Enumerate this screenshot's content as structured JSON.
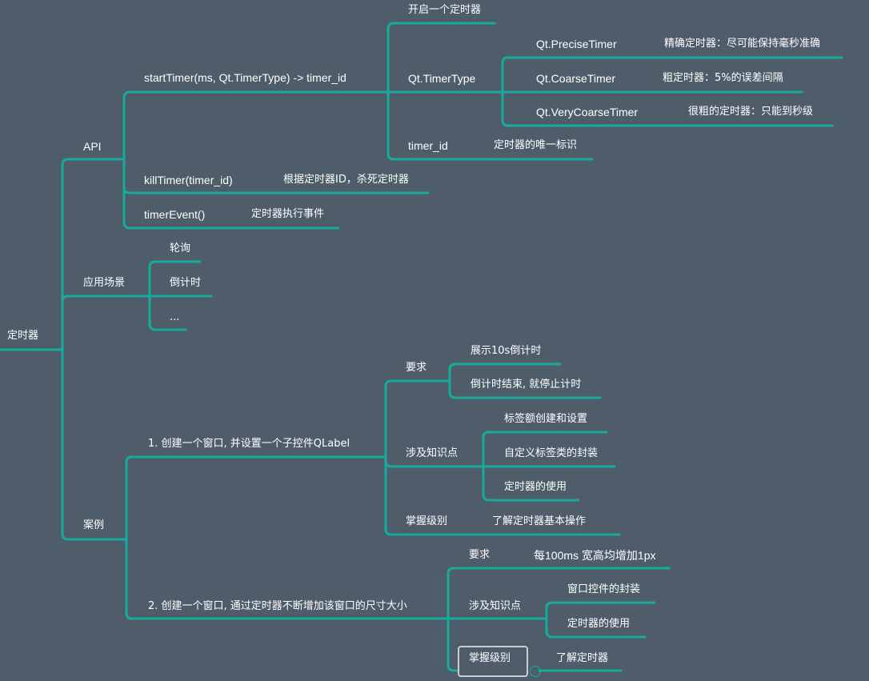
{
  "mindmap": {
    "root": "定时器",
    "api": {
      "label": "API",
      "start_timer": "startTimer(ms, Qt.TimerType) -> timer_id",
      "start_children": {
        "open": "开启一个定时器",
        "timer_type": "Qt.TimerType",
        "precise": "Qt.PreciseTimer",
        "precise_desc": "精确定时器：尽可能保持毫秒准确",
        "coarse": "Qt.CoarseTimer",
        "coarse_desc": "粗定时器：5%的误差间隔",
        "very_coarse": "Qt.VeryCoarseTimer",
        "very_coarse_desc": "很粗的定时器：只能到秒级",
        "timer_id": "timer_id",
        "timer_id_desc": "定时器的唯一标识"
      },
      "kill_timer": "killTimer(timer_id)",
      "kill_desc": "根据定时器ID，杀死定时器",
      "timer_event": "timerEvent()",
      "timer_event_desc": "定时器执行事件"
    },
    "scenes": {
      "label": "应用场景",
      "poll": "轮询",
      "countdown": "倒计时",
      "more": "..."
    },
    "cases": {
      "label": "案例",
      "case1": {
        "title": "1. 创建一个窗口, 并设置一个子控件QLabel",
        "req": "要求",
        "req_1": "展示10s倒计时",
        "req_2": "倒计时结束, 就停止计时",
        "know": "涉及知识点",
        "know_1": "标签额创建和设置",
        "know_2": "自定义标签类的封装",
        "know_3": "定时器的使用",
        "level": "掌握级别",
        "level_desc": "了解定时器基本操作"
      },
      "case2": {
        "title": "2. 创建一个窗口, 通过定时器不断增加该窗口的尺寸大小",
        "req": "要求",
        "req_desc": "每100ms 宽高均增加1px",
        "know": "涉及知识点",
        "know_1": "窗口控件的封装",
        "know_2": "定时器的使用",
        "level": "掌握级别",
        "level_desc": "了解定时器"
      }
    }
  },
  "colors": {
    "background": "#4f5d6b",
    "branch": "#15ac9c",
    "text": "#ffffff",
    "selection": "#c9ccd0"
  }
}
